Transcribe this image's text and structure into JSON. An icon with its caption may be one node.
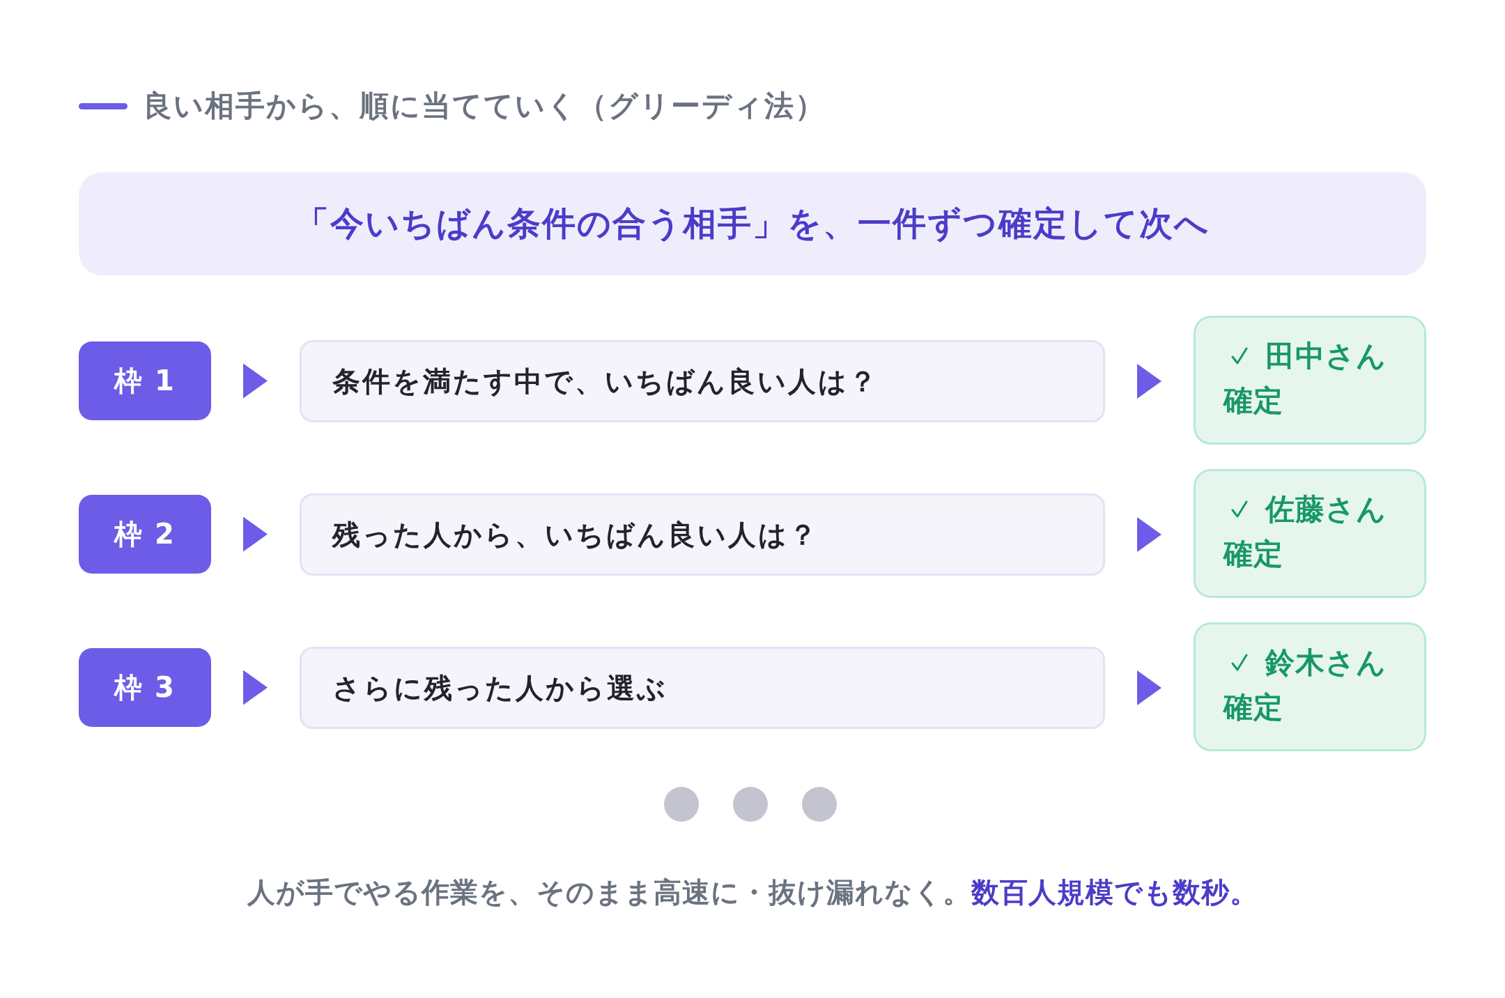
{
  "diagram": {
    "title": "良い相手から、順に当てていく（グリーディ法）",
    "caption": "人が手でやる作業を、そのまま高速に・抜け漏れなく。**数百人規模でも数秒。**",
    "nodes": [
      {
        "text": [
          "「今いちばん条件の合う相手」を、一件ずつ確定して次へ"
        ]
      },
      {
        "text": [
          "枠 1"
        ]
      },
      {
        "text": [
          "条件を満たす中で、いちばん良い人は？"
        ]
      },
      {
        "text": [
          "田中さん",
          "確定"
        ]
      },
      {
        "text": [
          "枠 2"
        ]
      },
      {
        "text": [
          "残った人から、いちばん良い人は？"
        ]
      },
      {
        "text": [
          "佐藤さん",
          "確定"
        ]
      },
      {
        "text": [
          "枠 3"
        ]
      },
      {
        "text": [
          "さらに残った人から選ぶ"
        ]
      },
      {
        "text": [
          "鈴木さん",
          "確定"
        ]
      }
    ],
    "edges": [
      {
        "from": 1,
        "to": 2,
        "arrow": "to"
      },
      {
        "from": 2,
        "to": 3,
        "arrow": "to"
      },
      {
        "from": 4,
        "to": 5,
        "arrow": "to"
      },
      {
        "from": 5,
        "to": 6,
        "arrow": "to"
      },
      {
        "from": 7,
        "to": 8,
        "arrow": "to"
      },
      {
        "from": 8,
        "to": 9,
        "arrow": "to"
      }
    ]
  }
}
